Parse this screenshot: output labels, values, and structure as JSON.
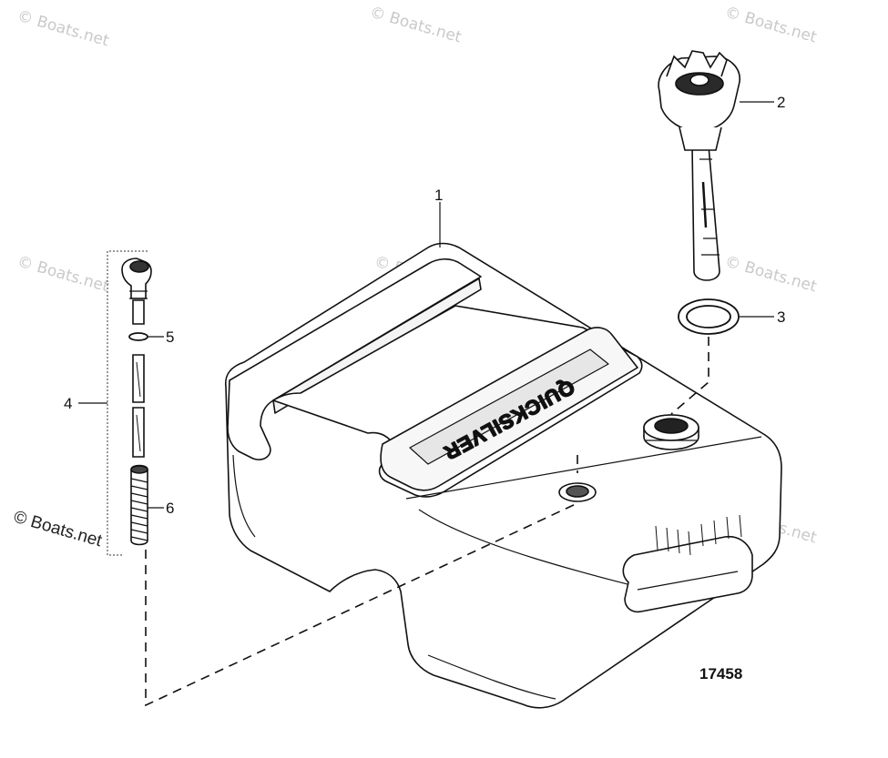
{
  "diagram": {
    "figure_number": "17458",
    "brand_embossing": "QUICKSILVER",
    "callouts": [
      {
        "id": "callout-1",
        "label": "1"
      },
      {
        "id": "callout-2",
        "label": "2"
      },
      {
        "id": "callout-3",
        "label": "3"
      },
      {
        "id": "callout-4",
        "label": "4"
      },
      {
        "id": "callout-5",
        "label": "5"
      },
      {
        "id": "callout-6",
        "label": "6"
      }
    ],
    "watermark_text": "© Boats.net"
  }
}
